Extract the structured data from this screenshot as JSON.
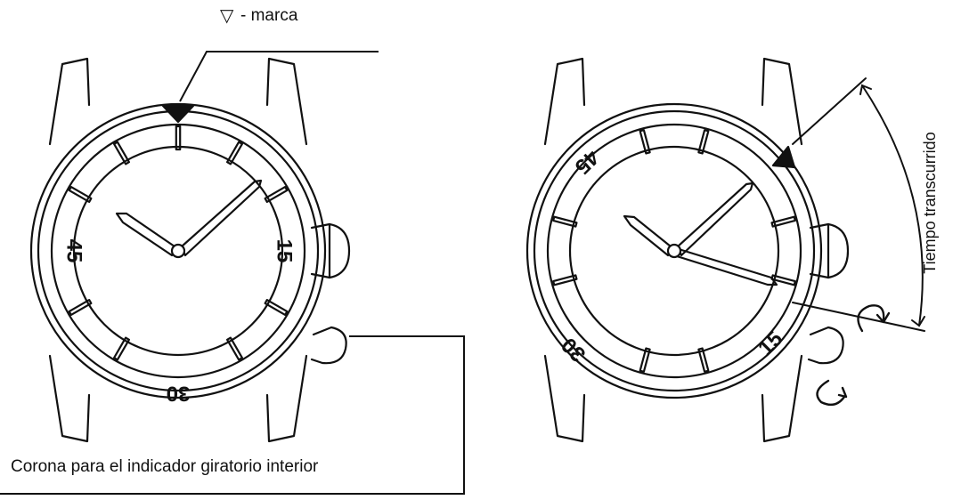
{
  "labels": {
    "marker_symbol": "▽",
    "marker_text": "- marca",
    "crown_label": "Corona para el indicador giratorio interior",
    "elapsed_label": "Tiempo transcurrido"
  },
  "left_watch": {
    "bezel_numbers": [
      "45",
      "15",
      "30"
    ]
  },
  "right_watch": {
    "bezel_numbers": [
      "45",
      "30",
      "15"
    ]
  },
  "colors": {
    "ink": "#111111",
    "background": "#ffffff"
  }
}
